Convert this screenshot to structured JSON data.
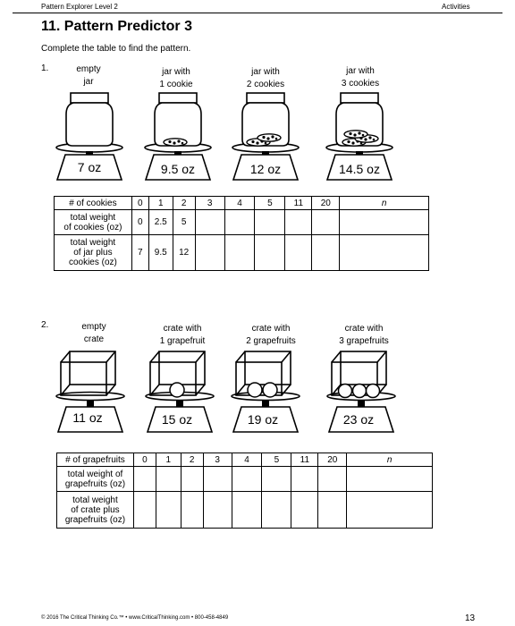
{
  "header": {
    "left": "Pattern Explorer Level 2",
    "right": "Activities"
  },
  "title": "11.  Pattern Predictor 3",
  "instruction": "Complete the table to find the pattern.",
  "problem1": {
    "number": "1.",
    "labels": [
      [
        "empty",
        "jar"
      ],
      [
        "jar with",
        "1 cookie"
      ],
      [
        "jar with",
        "2 cookies"
      ],
      [
        "jar with",
        "3 cookies"
      ]
    ],
    "weights": [
      "7 oz",
      "9.5 oz",
      "12 oz",
      "14.5 oz"
    ],
    "table": {
      "headers": [
        "# of cookies",
        "0",
        "1",
        "2",
        "3",
        "4",
        "5",
        "11",
        "20",
        "n"
      ],
      "rows": [
        {
          "label": [
            "total weight",
            "of cookies (oz)"
          ],
          "cells": [
            "0",
            "2.5",
            "5",
            "",
            "",
            "",
            "",
            "",
            ""
          ]
        },
        {
          "label": [
            "total weight",
            "of jar plus",
            "cookies (oz)"
          ],
          "cells": [
            "7",
            "9.5",
            "12",
            "",
            "",
            "",
            "",
            "",
            ""
          ]
        }
      ]
    }
  },
  "problem2": {
    "number": "2.",
    "labels": [
      [
        "empty",
        "crate"
      ],
      [
        "crate with",
        "1 grapefruit"
      ],
      [
        "crate with",
        "2 grapefruits"
      ],
      [
        "crate with",
        "3 grapefruits"
      ]
    ],
    "weights": [
      "11 oz",
      "15 oz",
      "19 oz",
      "23 oz"
    ],
    "table": {
      "headers": [
        "# of grapefruits",
        "0",
        "1",
        "2",
        "3",
        "4",
        "5",
        "11",
        "20",
        "n"
      ],
      "rows": [
        {
          "label": [
            "total weight of",
            "grapefruits (oz)"
          ],
          "cells": [
            "",
            "",
            "",
            "",
            "",
            "",
            "",
            "",
            ""
          ]
        },
        {
          "label": [
            "total weight",
            "of crate plus",
            "grapefruits (oz)"
          ],
          "cells": [
            "",
            "",
            "",
            "",
            "",
            "",
            "",
            "",
            ""
          ]
        }
      ]
    }
  },
  "footer": {
    "copyright": "© 2016 The Critical Thinking Co.™ • www.CriticalThinking.com • 800-458-4849",
    "page": "13"
  }
}
